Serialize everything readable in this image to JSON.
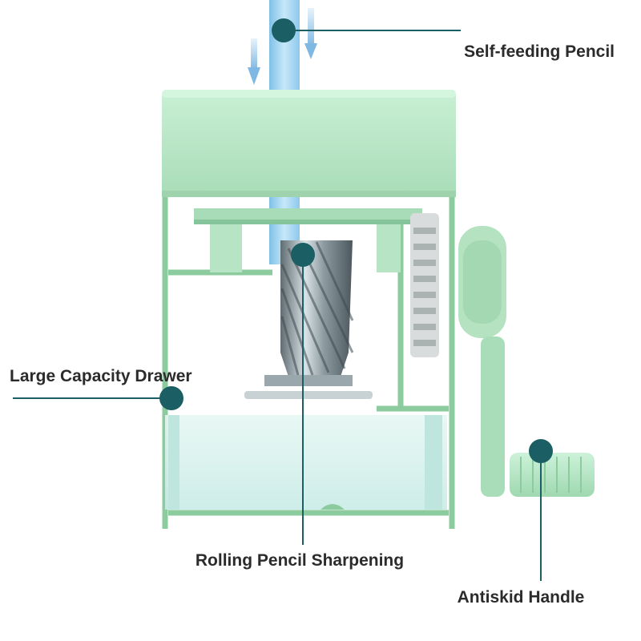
{
  "colors": {
    "body_green": "#b8e6c4",
    "frame_green": "#8ccb9e",
    "pencil_blue": "#a9d8f2",
    "callout_teal": "#1b5e63",
    "label_text": "#2b2b2b",
    "drawer_tint": "#d8f1ee",
    "blade_metal": "#8c9aa0"
  },
  "callouts": {
    "self_feeding_pencil": "Self-feeding Pencil",
    "rolling_pencil_sharpening": "Rolling Pencil Sharpening",
    "large_capacity_drawer": "Large Capacity Drawer",
    "antiskid_handle": "Antiskid Handle"
  }
}
